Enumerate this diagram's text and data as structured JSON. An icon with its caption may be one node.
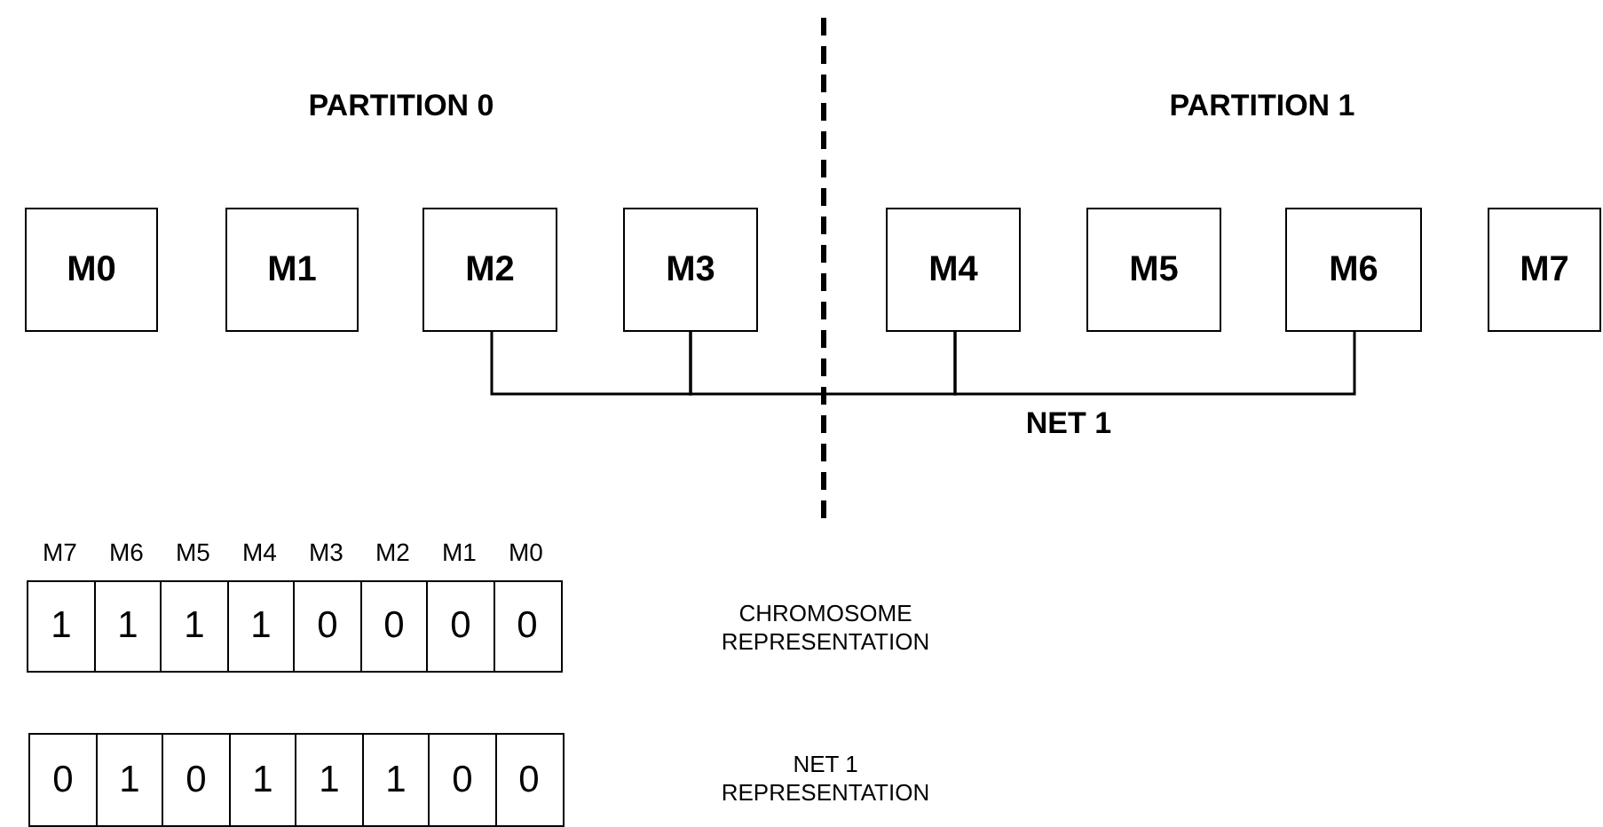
{
  "diagram": {
    "nodes": [
      {
        "text": [
          "M0"
        ]
      },
      {
        "text": [
          "M1"
        ]
      },
      {
        "text": [
          "M2"
        ]
      },
      {
        "text": [
          "M3"
        ]
      },
      {
        "text": [
          "M4"
        ]
      },
      {
        "text": [
          "M5"
        ]
      },
      {
        "text": [
          "M6"
        ]
      },
      {
        "text": [
          "M7"
        ]
      }
    ],
    "edges": [
      {
        "from": 2,
        "to": 3,
        "arrow": "none"
      },
      {
        "from": 3,
        "to": 4,
        "arrow": "none"
      },
      {
        "from": 4,
        "to": 6,
        "arrow": "none"
      }
    ],
    "labels": [
      "PARTITION 0",
      "PARTITION 1",
      "NET 1",
      "M7",
      "M6",
      "M5",
      "M4",
      "M3",
      "M2",
      "M1",
      "M0",
      "1",
      "1",
      "1",
      "1",
      "0",
      "0",
      "0",
      "0",
      "CHROMOSOME REPRESENTATION",
      "0",
      "1",
      "0",
      "1",
      "1",
      "1",
      "0",
      "0",
      "NET 1 REPRESENTATION"
    ]
  }
}
